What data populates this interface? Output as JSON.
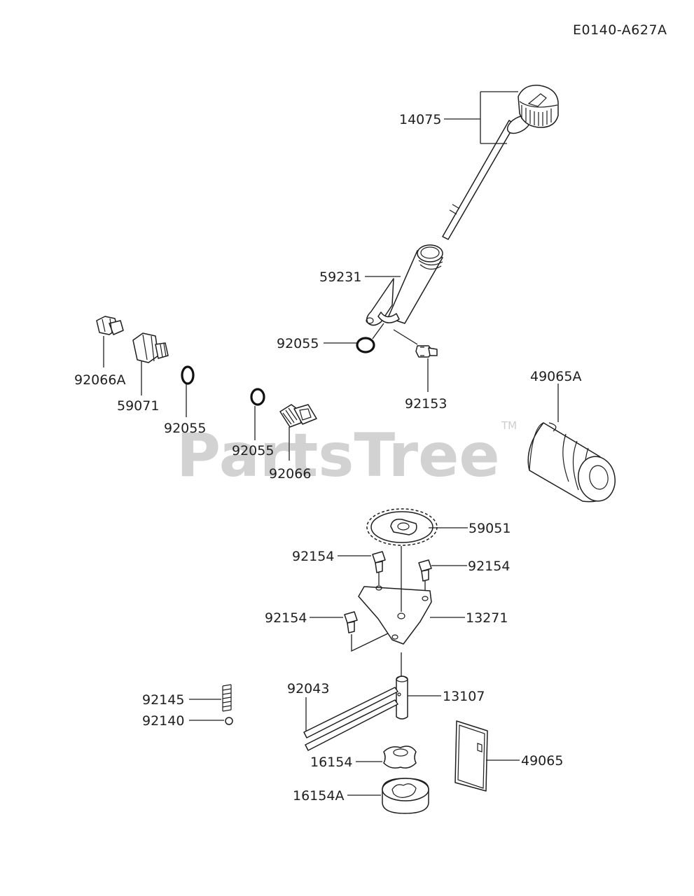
{
  "diagram_code": "E0140-A627A",
  "watermark": {
    "text": "PartsTree",
    "trademark": "TM"
  },
  "part_numbers": [
    "14075",
    "59231",
    "92055",
    "92153",
    "92066A",
    "59071",
    "92055",
    "92055",
    "92066",
    "49065A",
    "59051",
    "92154",
    "92154",
    "92154",
    "13271",
    "92043",
    "13107",
    "92145",
    "92140",
    "16154",
    "16154A",
    "49065"
  ]
}
